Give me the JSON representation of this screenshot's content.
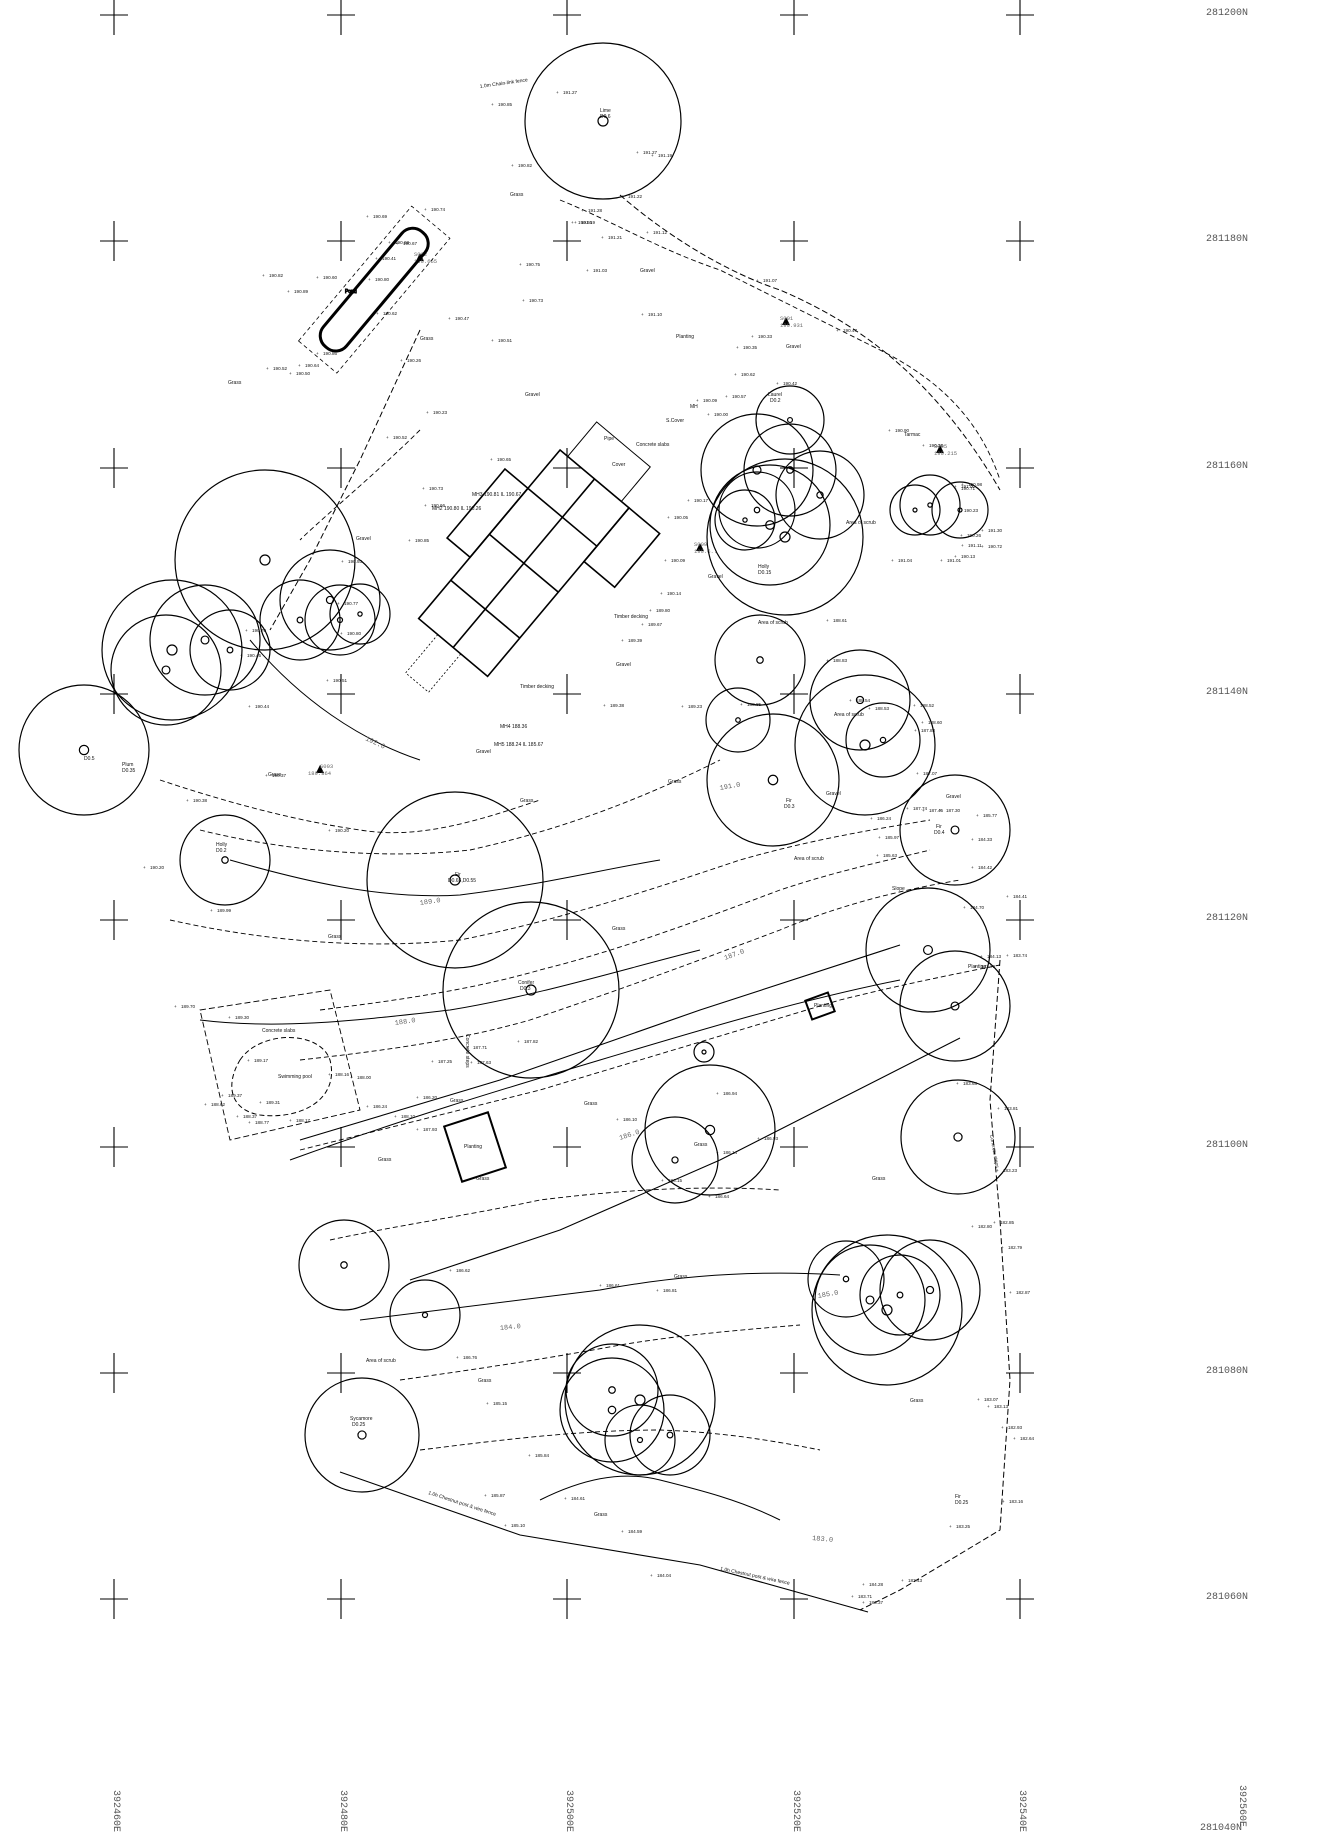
{
  "grid": {
    "northings": [
      "281200N",
      "281180N",
      "281160N",
      "281140N",
      "281120N",
      "281100N",
      "281080N",
      "281060N",
      "281040N"
    ],
    "eastings": [
      "392460E",
      "392480E",
      "392500E",
      "392520E",
      "392540E",
      "392560E"
    ]
  },
  "contours": [
    "192.0",
    "191.0",
    "189.0",
    "188.0",
    "187.0",
    "186.0",
    "185.0",
    "184.0",
    "183.0"
  ],
  "stations": [
    {
      "id": "S002",
      "level": "190.665"
    },
    {
      "id": "S001",
      "level": "190.931"
    },
    {
      "id": "S005",
      "level": "190.215"
    },
    {
      "id": "S009",
      "level": "190.6.."
    },
    {
      "id": "S003",
      "level": "189.864"
    }
  ],
  "trees": [
    {
      "species": "Lime",
      "spread": "D0.6"
    },
    {
      "species": "Laurel",
      "spread": "D0.2"
    },
    {
      "species": "Holly",
      "spread": "D0.15"
    },
    {
      "species": "Plum",
      "spread": "D0.35"
    },
    {
      "species": "Holly",
      "spread": "D0.2"
    },
    {
      "species": "Fir",
      "spread": "D0.3"
    },
    {
      "species": "Fir",
      "spread": "D0.4"
    },
    {
      "species": "Fir",
      "spread": "D0.65,D0.55"
    },
    {
      "species": "Conifer",
      "spread": "D0.3"
    },
    {
      "species": "Sycamore",
      "spread": "D0.25"
    },
    {
      "species": "Fir",
      "spread": "D0.25"
    },
    {
      "species": "D0.5",
      "spread": ""
    }
  ],
  "features": [
    {
      "name": "Pond"
    },
    {
      "name": "Grass"
    },
    {
      "name": "Gravel"
    },
    {
      "name": "Planting"
    },
    {
      "name": "Tarmac"
    },
    {
      "name": "Area of scrub"
    },
    {
      "name": "Concrete slabs"
    },
    {
      "name": "Swimming pool"
    },
    {
      "name": "Timber decking"
    },
    {
      "name": "Cover"
    },
    {
      "name": "Pipe"
    },
    {
      "name": "S.Cover"
    },
    {
      "name": "Slope"
    },
    {
      "name": "Concrete steps"
    },
    {
      "name": "MH"
    },
    {
      "name": "MH2 190.80 IL 190.26"
    },
    {
      "name": "MH3 190.81 IL 190.67"
    },
    {
      "name": "MH4 188.36"
    },
    {
      "name": "MH5 188.24 IL 185.67"
    },
    {
      "name": "1.0m Chain-link fence"
    },
    {
      "name": "1.0h Chestnut post & wire fence"
    }
  ],
  "levels": [
    "191.27",
    "190.85",
    "190.82",
    "191.27",
    "191.19",
    "191.22",
    "190.74",
    "191.28",
    "191.19",
    "191.12",
    "191.21",
    "191.03",
    "190.95",
    "190.75",
    "191.10",
    "191.07",
    "190.69",
    "190.68",
    "190.60",
    "190.67",
    "190.80",
    "190.82",
    "190.89",
    "190.64",
    "190.86",
    "190.62",
    "190.50",
    "190.52",
    "190.41",
    "190.73",
    "190.47",
    "190.51",
    "190.26",
    "190.23",
    "190.52",
    "190.65",
    "190.73",
    "190.66",
    "190.85",
    "190.93",
    "190.77",
    "190.80",
    "190.70",
    "190.45",
    "190.51",
    "190.44",
    "190.37",
    "190.38",
    "190.20",
    "190.20",
    "189.99",
    "189.70",
    "189.30",
    "189.17",
    "189.37",
    "189.31",
    "188.77",
    "188.62",
    "188.37",
    "188.17",
    "188.16",
    "188.00",
    "188.10",
    "187.93",
    "187.25",
    "187.63",
    "187.82",
    "187.71",
    "186.24",
    "186.20",
    "186.10",
    "186.14",
    "186.15",
    "186.93",
    "186.94",
    "186.64",
    "186.81",
    "186.61",
    "186.62",
    "186.76",
    "185.15",
    "185.84",
    "185.87",
    "185.10",
    "184.61",
    "184.59",
    "184.04",
    "184.28",
    "183.71",
    "183.37",
    "183.43",
    "183.25",
    "183.16",
    "183.13",
    "183.07",
    "182.93",
    "182.64",
    "182.87",
    "182.79",
    "182.80",
    "182.85",
    "183.23",
    "183.81",
    "183.68",
    "183.79",
    "183.74",
    "184.13",
    "184.70",
    "184.42",
    "184.41",
    "184.33",
    "185.77",
    "185.63",
    "185.97",
    "186.24",
    "187.45",
    "187.30",
    "187.74",
    "187.07",
    "187.83",
    "188.60",
    "188.52",
    "188.53",
    "188.54",
    "188.83",
    "188.61",
    "188.85",
    "189.23",
    "189.38",
    "189.39",
    "189.67",
    "189.80",
    "190.14",
    "190.09",
    "190.05",
    "190.17",
    "190.09",
    "190.00",
    "190.57",
    "190.62",
    "190.42",
    "190.35",
    "190.33",
    "190.47",
    "190.90",
    "190.36",
    "190.98",
    "191.00",
    "191.04",
    "191.01",
    "191.11",
    "191.30",
    "190.72",
    "190.71",
    "190.23",
    "190.26",
    "190.13",
    "190.20",
    "190.39",
    "190.63",
    "190.77"
  ]
}
